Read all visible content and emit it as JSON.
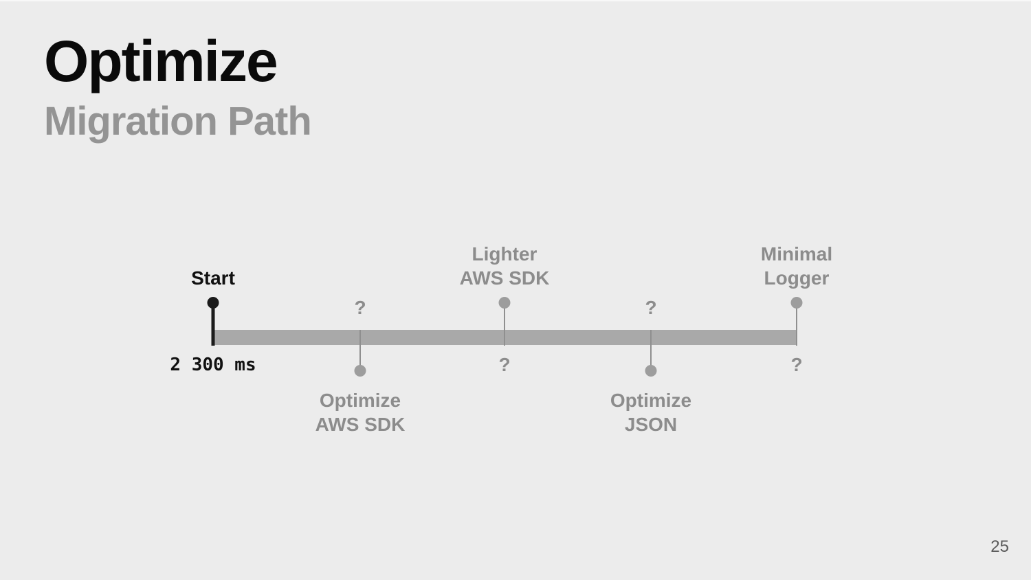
{
  "slide": {
    "title": "Optimize",
    "subtitle": "Migration Path",
    "page_number": "25"
  },
  "timeline": {
    "description": "Migration path timeline with five milestones on a horizontal bar",
    "milestones": [
      {
        "id": "start",
        "label_lines": [
          "Start"
        ],
        "value": "2 300 ms",
        "label_side": "above",
        "emphasis": "black"
      },
      {
        "id": "optimize-aws-sdk",
        "label_lines": [
          "Optimize",
          "AWS SDK"
        ],
        "value": "?",
        "label_side": "below",
        "emphasis": "gray"
      },
      {
        "id": "lighter-aws-sdk",
        "label_lines": [
          "Lighter",
          "AWS SDK"
        ],
        "value": "?",
        "label_side": "above",
        "emphasis": "gray"
      },
      {
        "id": "optimize-json",
        "label_lines": [
          "Optimize",
          "JSON"
        ],
        "value": "?",
        "label_side": "below",
        "emphasis": "gray"
      },
      {
        "id": "minimal-logger",
        "label_lines": [
          "Minimal",
          "Logger"
        ],
        "value": "?",
        "label_side": "above",
        "emphasis": "gray"
      }
    ]
  },
  "colors": {
    "background": "#ececec",
    "bar": "#a9a9a9",
    "gray_text": "#8c8c8c",
    "gray_dot": "#9d9d9d",
    "black_accent": "#1a1a1a",
    "title_text": "#0a0a0a",
    "subtitle_text": "#949494",
    "page_number_text": "#5a5a5a"
  }
}
